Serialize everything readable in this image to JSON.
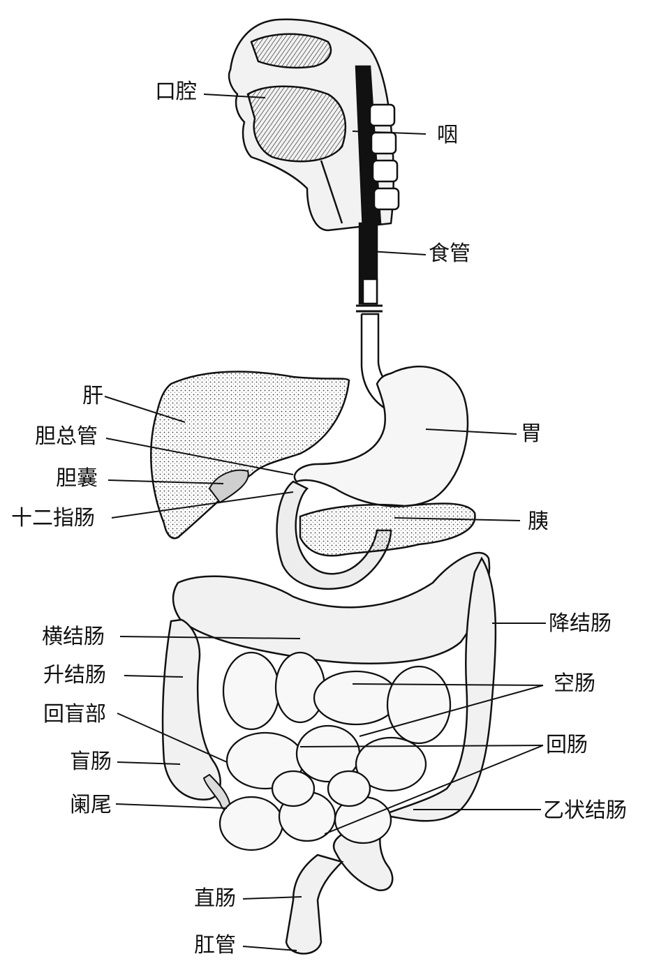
{
  "labels": {
    "mouth": "口腔",
    "pharynx": "咽",
    "esophagus": "食管",
    "liver": "肝",
    "common_bile_duct": "胆总管",
    "gallbladder": "胆囊",
    "duodenum": "十二指肠",
    "stomach": "胃",
    "pancreas": "胰",
    "transverse_colon": "横结肠",
    "descending_colon": "降结肠",
    "ascending_colon": "升结肠",
    "jejunum": "空肠",
    "ileocecal": "回盲部",
    "ileum": "回肠",
    "cecum": "盲肠",
    "appendix": "阑尾",
    "sigmoid_colon": "乙状结肠",
    "rectum": "直肠",
    "anal_canal": "肛管"
  },
  "colors": {
    "ink": "#111111",
    "paper": "#ffffff",
    "organ_fill": "#f4f4f4"
  }
}
